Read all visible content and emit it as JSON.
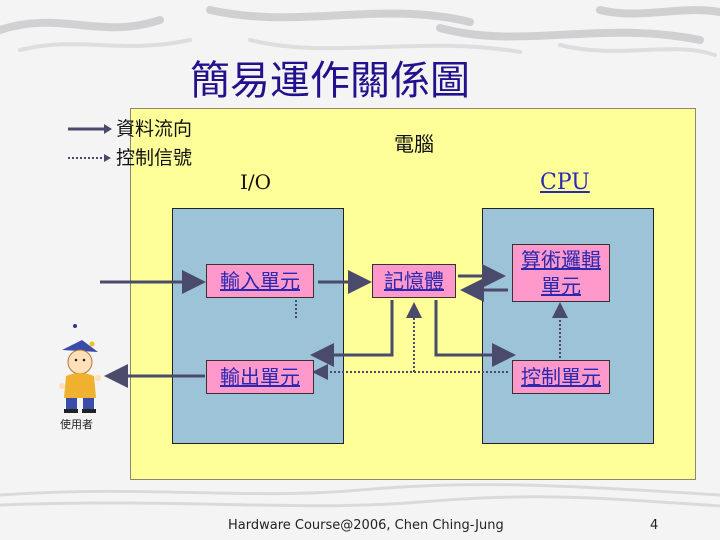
{
  "title": "簡易運作關係圖",
  "legend": {
    "data_flow": "資料流向",
    "control_signal": "控制信號"
  },
  "computer_label": "電腦",
  "io_label": "I/O",
  "cpu_label": "CPU",
  "units": {
    "input": "輸入單元",
    "output": "輸出單元",
    "memory": "記憶體",
    "alu_line1": "算術邏輯",
    "alu_line2": "單元",
    "control": "控制單元"
  },
  "user_label": "使用者",
  "footer": {
    "course": "Hardware Course@2006, Chen Ching-Jung",
    "page_number": "4"
  },
  "colors": {
    "title": "#23108c",
    "computer_bg": "#ffff99",
    "panel_bg": "#9dc3d8",
    "unit_bg": "#ff99cc",
    "unit_text": "#2a2ab0",
    "arrow": "#4a4a6a"
  }
}
